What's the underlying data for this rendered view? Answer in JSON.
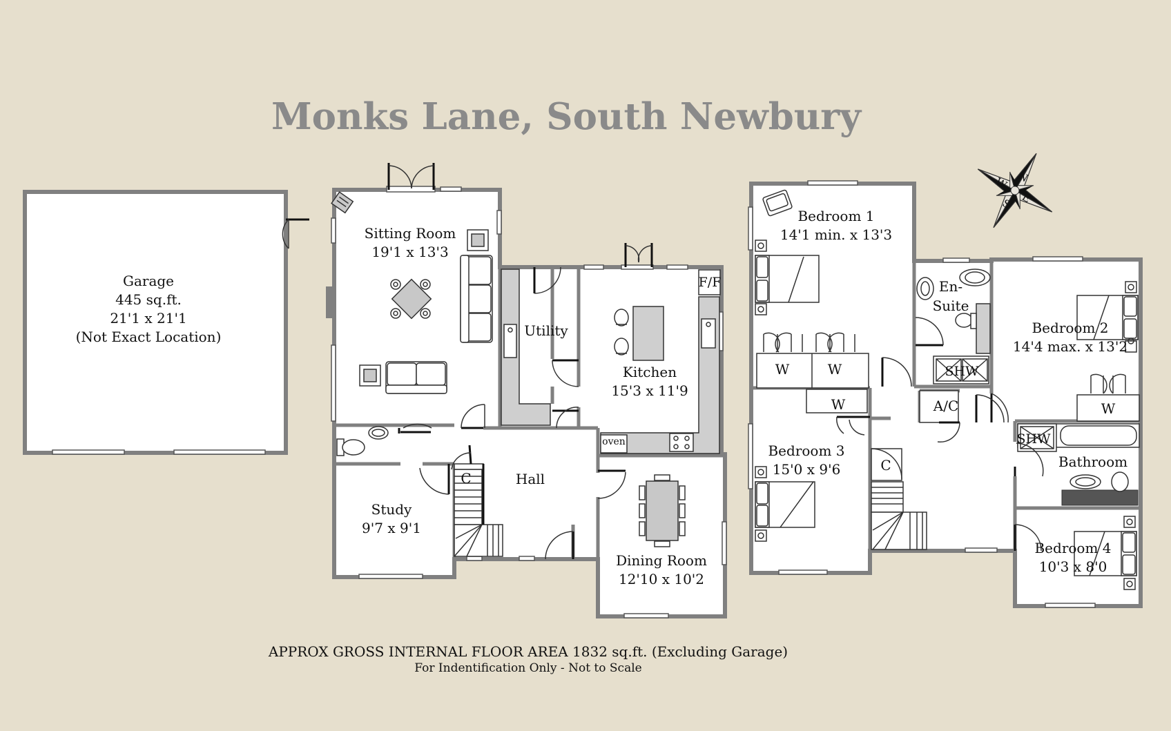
{
  "title": "Monks Lane, South Newbury",
  "rooms": {
    "garage": {
      "name": "Garage",
      "area": "445 sq.ft.",
      "size": "21'1 x 21'1",
      "note": "(Not Exact Location)"
    },
    "sitting": {
      "name": "Sitting Room",
      "size": "19'1 x 13'3"
    },
    "utility": {
      "name": "Utility"
    },
    "kitchen": {
      "name": "Kitchen",
      "size": "15'3 x 11'9",
      "ff": "F/F",
      "oven": "oven"
    },
    "hall": {
      "name": "Hall",
      "cupboard": "C"
    },
    "study": {
      "name": "Study",
      "size": "9'7 x 9'1"
    },
    "dining": {
      "name": "Dining Room",
      "size": "12'10 x 10'2"
    },
    "bedroom1": {
      "name": "Bedroom 1",
      "size": "14'1 min. x 13'3",
      "w1": "W",
      "w2": "W"
    },
    "ensuite": {
      "name1": "En-",
      "name2": "Suite",
      "shw": "SHW"
    },
    "bedroom2": {
      "name": "Bedroom 2",
      "size": "14'4 max. x 13'2",
      "w": "W"
    },
    "bedroom3": {
      "name": "Bedroom 3",
      "size": "15'0 x 9'6",
      "w": "W"
    },
    "landing": {
      "ac": "A/C",
      "cupboard": "C"
    },
    "bathroom": {
      "name": "Bathroom",
      "shw": "SHW"
    },
    "bedroom4": {
      "name": "Bedroom 4",
      "size": "10'3 x 8'0"
    }
  },
  "compass": {
    "n": "N",
    "e": "E",
    "s": "S",
    "w": "W"
  },
  "footer": {
    "area": "APPROX GROSS INTERNAL FLOOR AREA 1832 sq.ft. (Excluding Garage)",
    "disclaimer": "For Indentification Only - Not to Scale"
  },
  "colors": {
    "background": "#e6dfcd",
    "wall": "#7f7f7f",
    "floor": "#ffffff",
    "counter": "#cccccc",
    "title": "#8a8a8a"
  }
}
